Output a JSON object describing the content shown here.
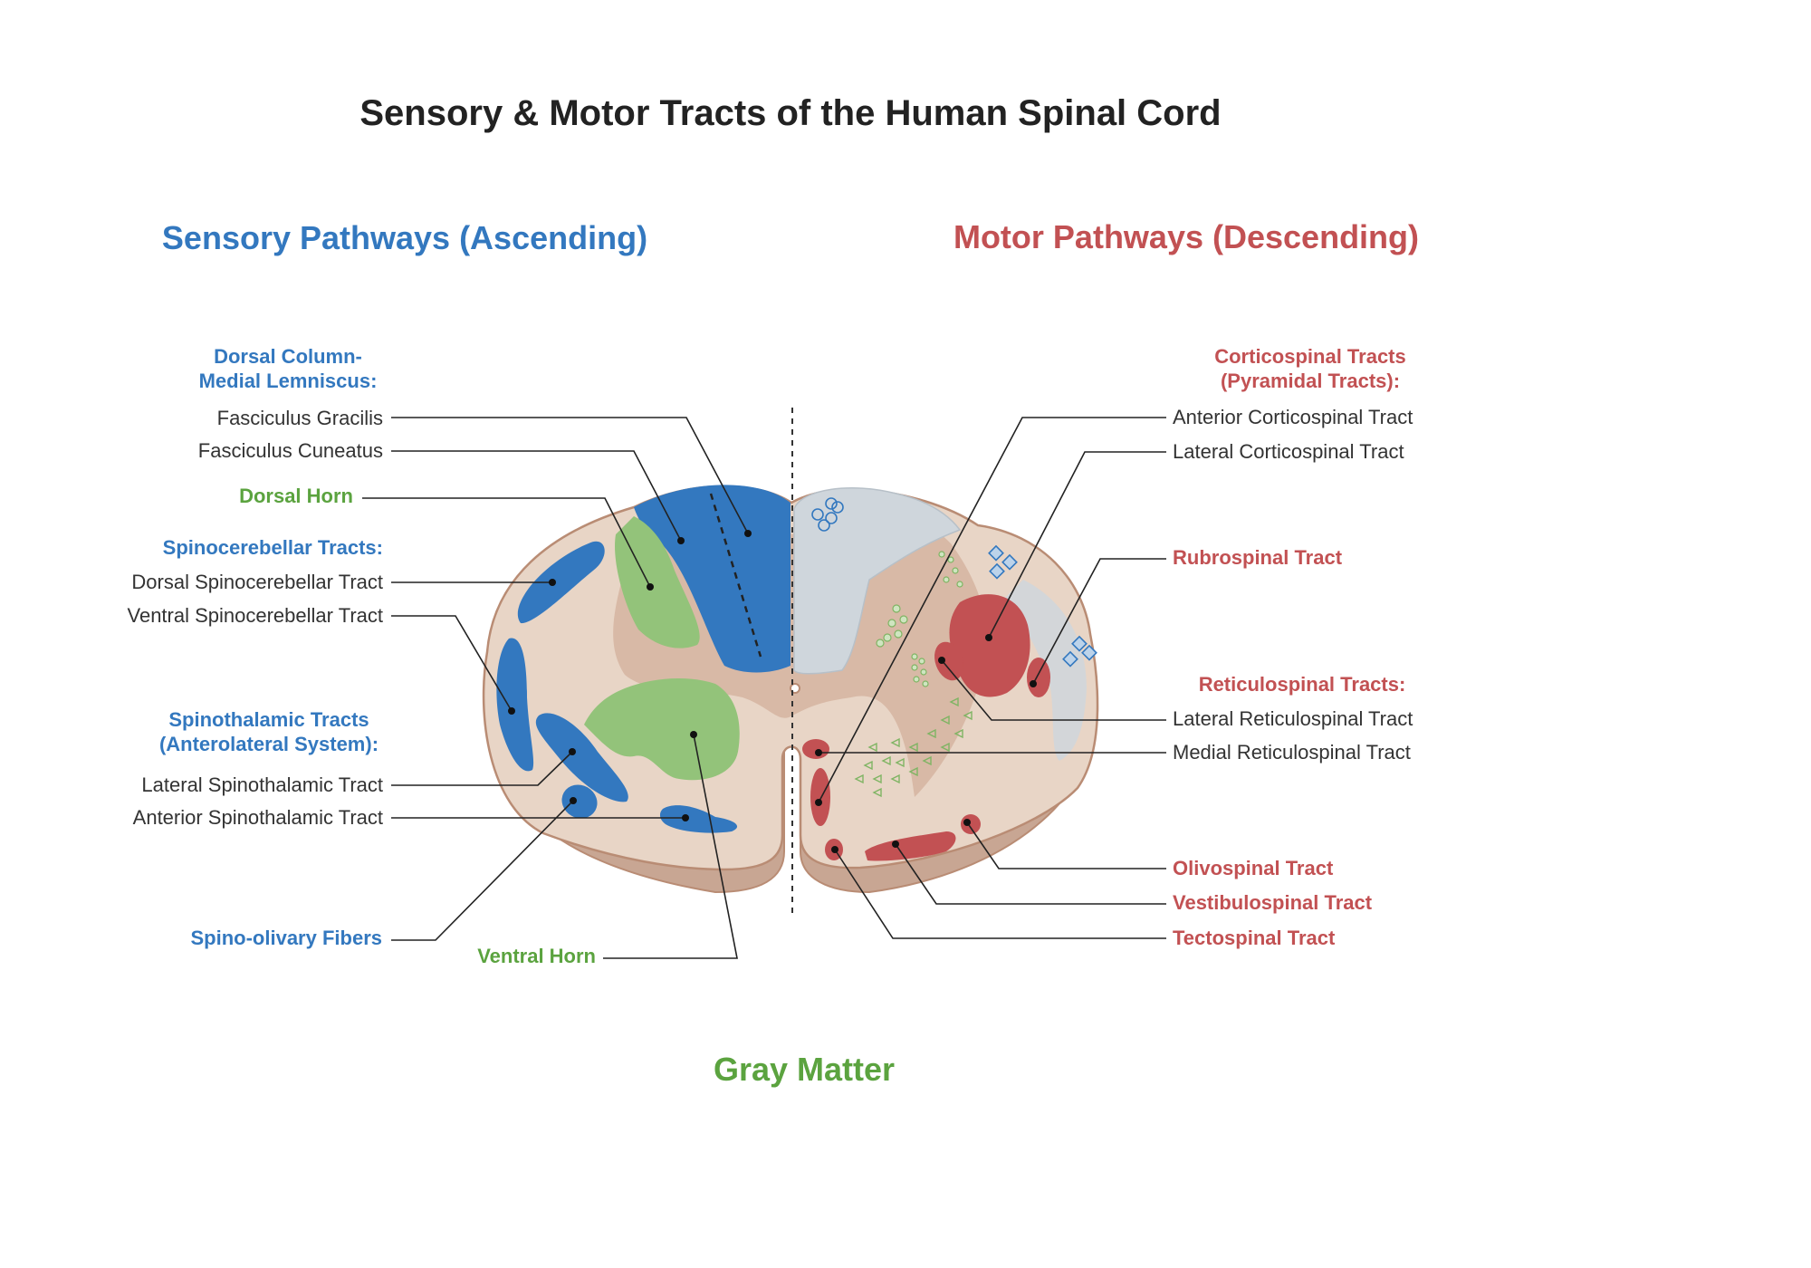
{
  "title": "Sensory & Motor Tracts of the Human Spinal Cord",
  "headings": {
    "sensory": "Sensory Pathways (Ascending)",
    "motor": "Motor Pathways (Descending)"
  },
  "footer_label": "Gray Matter",
  "colors": {
    "sensory": "#3378bf",
    "motor": "#c25153",
    "gray_matter": "#5ba33f",
    "gray_matter_fill": "#93c37a",
    "white_matter": "#e8d5c6",
    "gray_core": "#d8b9a6",
    "cord_edge": "#b98c74",
    "cord_side": "#c8a693"
  },
  "sensory": {
    "dorsal_column": {
      "group_line1": "Dorsal Column-",
      "group_line2": "Medial Lemniscus:",
      "gracilis": "Fasciculus Gracilis",
      "cuneatus": "Fasciculus Cuneatus"
    },
    "dorsal_horn": "Dorsal Horn",
    "spinocerebellar": {
      "group": "Spinocerebellar Tracts:",
      "dorsal": "Dorsal Spinocerebellar Tract",
      "ventral": "Ventral Spinocerebellar Tract"
    },
    "spinothalamic": {
      "group_line1": "Spinothalamic Tracts",
      "group_line2": "(Anterolateral System):",
      "lateral": "Lateral Spinothalamic Tract",
      "anterior": "Anterior Spinothalamic Tract"
    },
    "spino_olivary": "Spino-olivary Fibers",
    "ventral_horn": "Ventral Horn"
  },
  "motor": {
    "corticospinal": {
      "group_line1": "Corticospinal Tracts",
      "group_line2": "(Pyramidal Tracts):",
      "anterior": "Anterior Corticospinal Tract",
      "lateral": "Lateral Corticospinal Tract"
    },
    "rubrospinal": "Rubrospinal Tract",
    "reticulospinal": {
      "group": "Reticulospinal Tracts:",
      "lateral": "Lateral Reticulospinal Tract",
      "medial": "Medial Reticulospinal Tract"
    },
    "olivospinal": "Olivospinal Tract",
    "vestibulospinal": "Vestibulospinal Tract",
    "tectospinal": "Tectospinal Tract"
  }
}
